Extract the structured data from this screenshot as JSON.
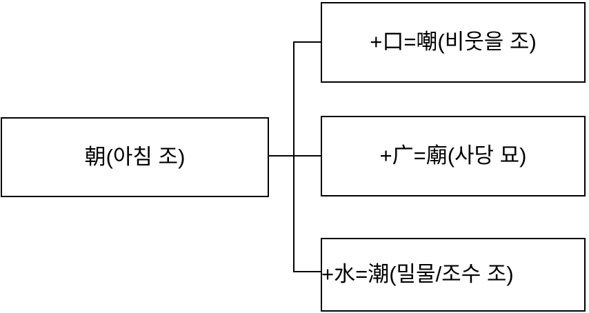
{
  "diagram": {
    "type": "radical-derivation-tree",
    "root": {
      "label": "朝(아침 조)",
      "name": "root-node"
    },
    "derived": [
      {
        "label": "+口=嘲(비웃을 조)",
        "name": "derived-node-chao"
      },
      {
        "label": "+广=廟(사당 묘)",
        "name": "derived-node-myo"
      },
      {
        "label": "+水=潮(밀물/조수 조)",
        "name": "derived-node-jo"
      }
    ],
    "colors": {
      "stroke": "#000000",
      "background": "#ffffff",
      "text": "#000000"
    }
  }
}
